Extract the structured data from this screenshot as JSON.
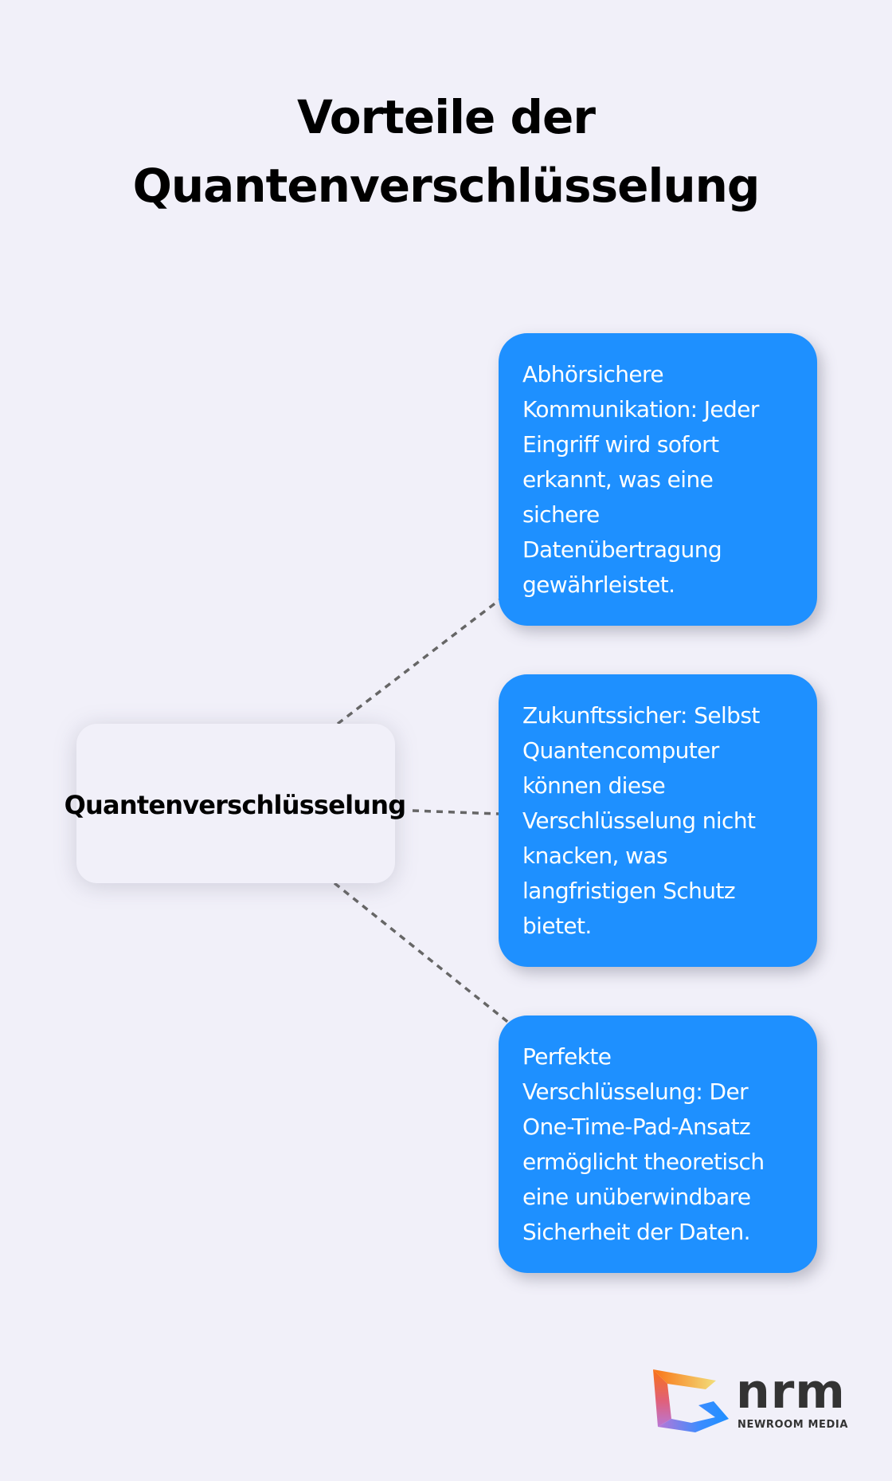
{
  "title": {
    "line1": "Vorteile der",
    "line2": "Quantenverschlüsselung"
  },
  "center_node": {
    "label": "Quantenverschlüsselung"
  },
  "cards": [
    {
      "text": "Abhörsichere Kommunikation: Jeder Eingriff wird sofort erkannt, was eine sichere Datenübertragung gewährleistet."
    },
    {
      "text": "Zukunftssicher: Selbst Quantencomputer können diese Verschlüsselung nicht knacken, was langfristigen Schutz bietet."
    },
    {
      "text": "Perfekte Verschlüsselung: Der One-Time-Pad-Ansatz ermöglicht theoretisch eine unüberwindbare Sicherheit der Daten."
    }
  ],
  "logo": {
    "wordmark": "nrm",
    "subtitle": "NEWROOM MEDIA",
    "icon": "nrm-logo-icon"
  },
  "colors": {
    "background": "#F1F0F9",
    "card": "#1E90FF",
    "connector": "#666666",
    "text_dark": "#000000",
    "logo_text": "#333333"
  }
}
